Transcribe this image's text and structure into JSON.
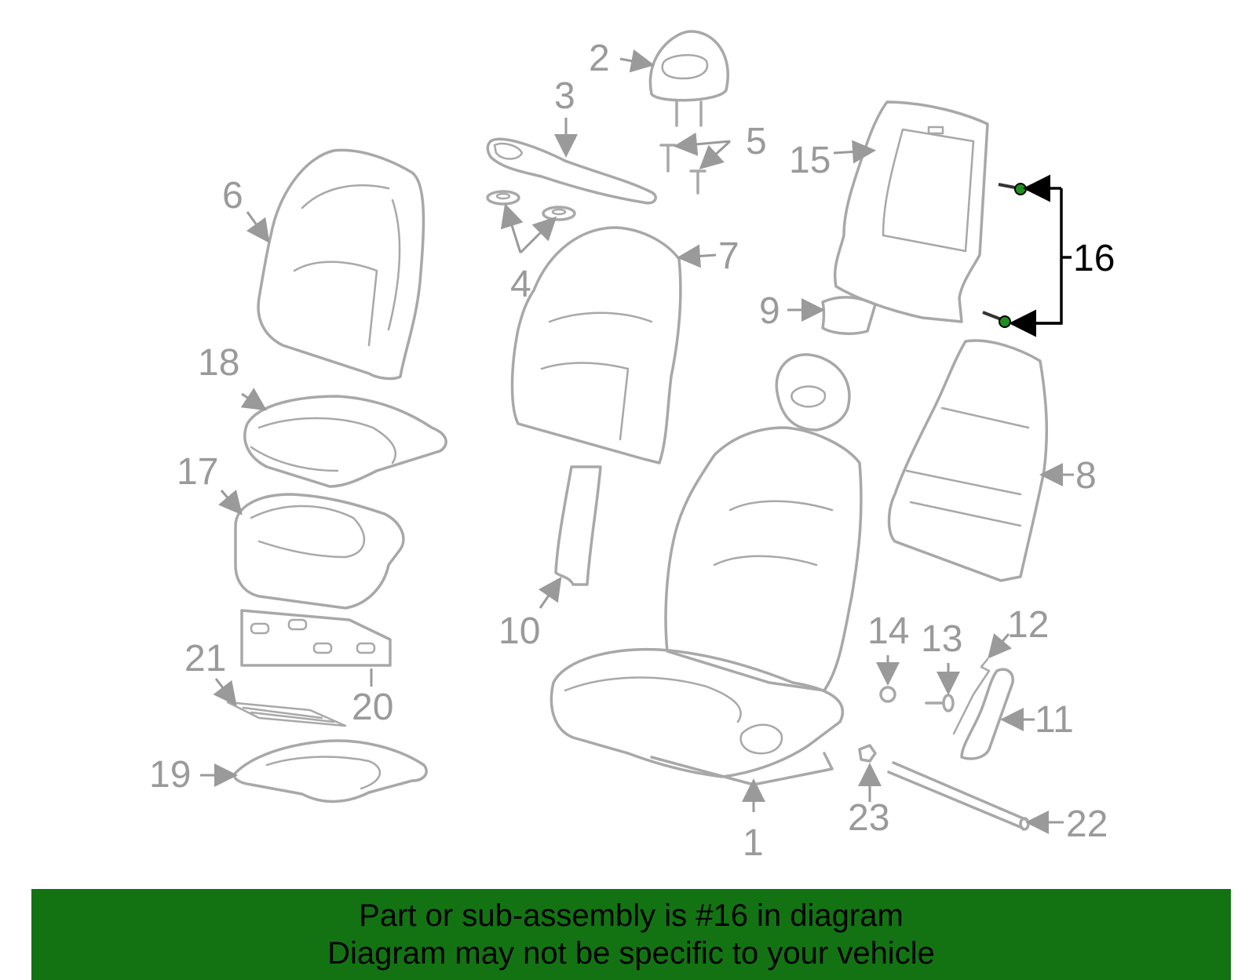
{
  "callouts": [
    {
      "id": "1",
      "label": "1"
    },
    {
      "id": "2",
      "label": "2"
    },
    {
      "id": "3",
      "label": "3"
    },
    {
      "id": "4",
      "label": "4"
    },
    {
      "id": "5",
      "label": "5"
    },
    {
      "id": "6",
      "label": "6"
    },
    {
      "id": "7",
      "label": "7"
    },
    {
      "id": "8",
      "label": "8"
    },
    {
      "id": "9",
      "label": "9"
    },
    {
      "id": "10",
      "label": "10"
    },
    {
      "id": "11",
      "label": "11"
    },
    {
      "id": "12",
      "label": "12"
    },
    {
      "id": "13",
      "label": "13"
    },
    {
      "id": "14",
      "label": "14"
    },
    {
      "id": "15",
      "label": "15"
    },
    {
      "id": "16",
      "label": "16",
      "highlighted": true
    },
    {
      "id": "17",
      "label": "17"
    },
    {
      "id": "18",
      "label": "18"
    },
    {
      "id": "19",
      "label": "19"
    },
    {
      "id": "20",
      "label": "20"
    },
    {
      "id": "21",
      "label": "21"
    },
    {
      "id": "22",
      "label": "22"
    },
    {
      "id": "23",
      "label": "23"
    }
  ],
  "banner": {
    "line1": "Part or sub-assembly is #16 in diagram",
    "line2": "Diagram may not be specific to your vehicle"
  },
  "colors": {
    "banner_bg": "#137313",
    "part_line": "#a8a8a8",
    "highlight_fill": "#1f8f1f"
  }
}
